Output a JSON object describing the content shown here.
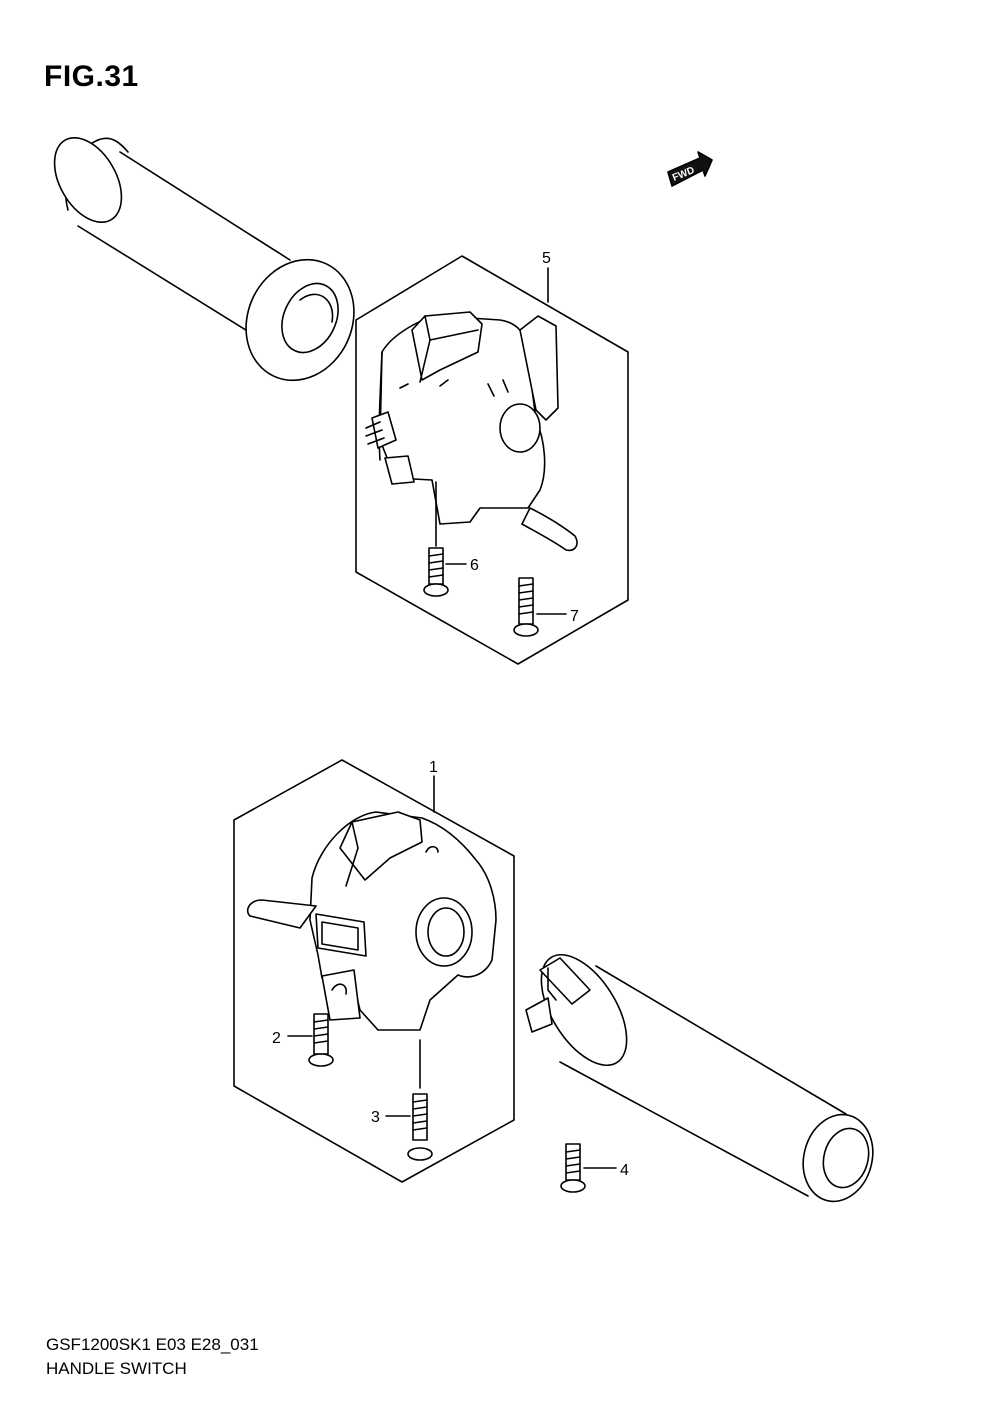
{
  "figure": {
    "title": "FIG.31"
  },
  "fwd_label": "FWD",
  "callouts": [
    "5",
    "6",
    "7",
    "1",
    "2",
    "3",
    "4"
  ],
  "footer": {
    "model_code": "GSF1200SK1 E03 E28_031",
    "caption": "HANDLE SWITCH"
  }
}
